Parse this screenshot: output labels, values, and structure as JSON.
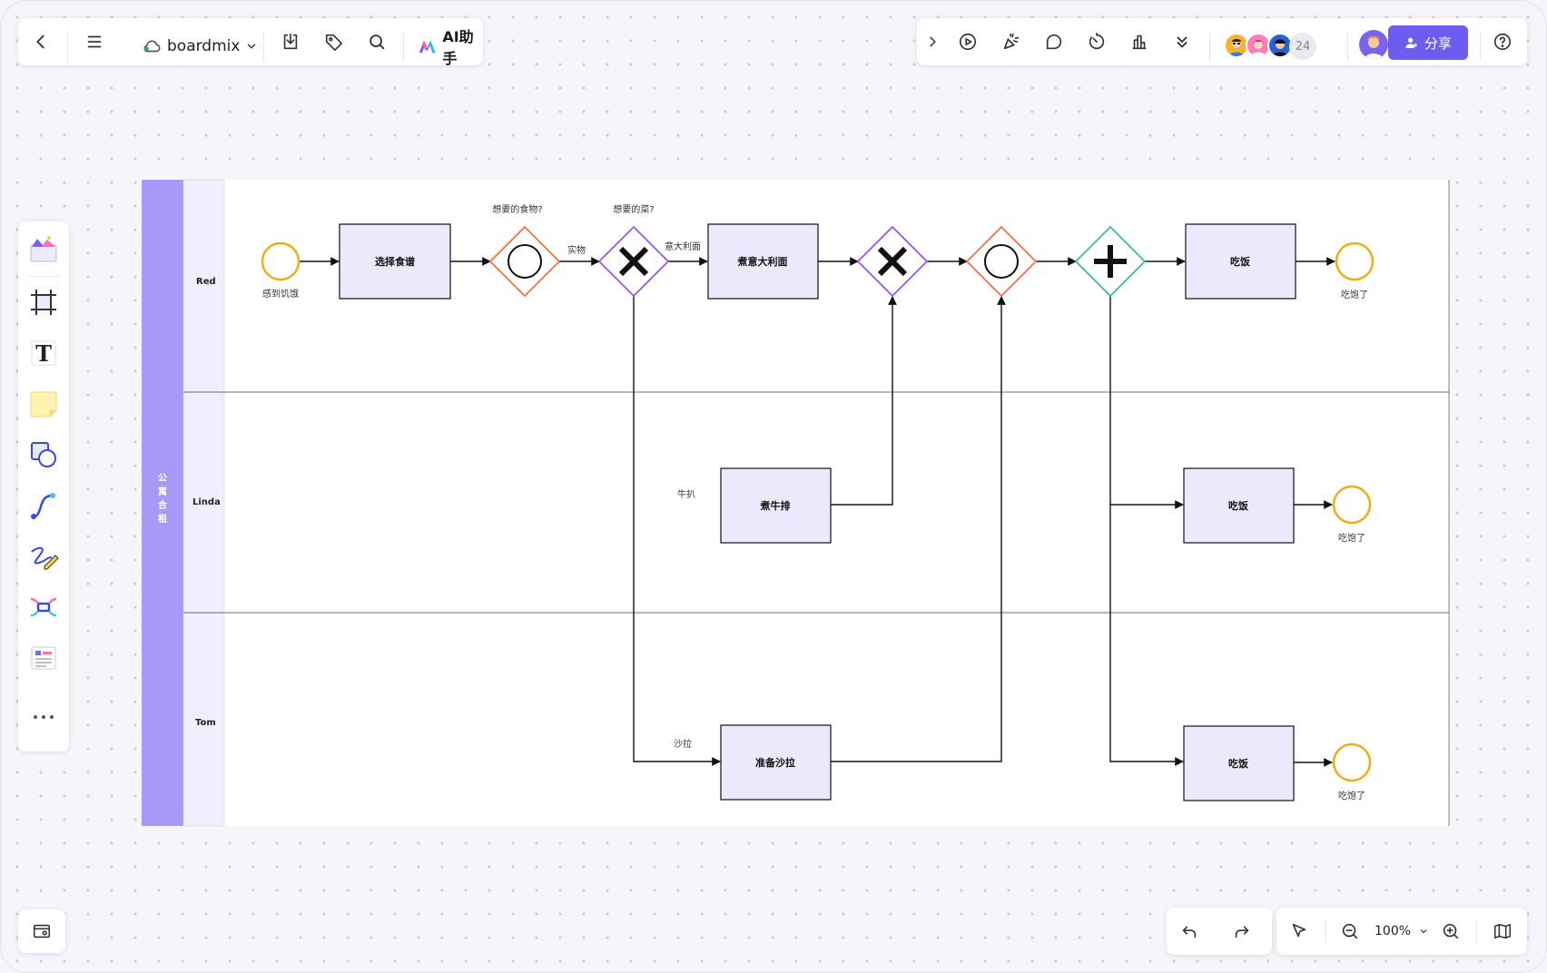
{
  "toolbar_left": {
    "brand": "boardmix",
    "ai_label": "AI助手",
    "icons": [
      "back-icon",
      "menu-icon",
      "cloud-icon",
      "chevron-down-icon",
      "download-icon",
      "tag-icon",
      "search-icon",
      "ai-logo-icon"
    ]
  },
  "toolbar_right": {
    "icons": [
      "expand-icon",
      "play-icon",
      "celebrate-icon",
      "comment-icon",
      "timer-icon",
      "vote-icon",
      "more-down-icon",
      "help-icon"
    ],
    "collaborator_count": "24",
    "share_label": "分享"
  },
  "left_tools": [
    "template-icon",
    "frame-icon",
    "text-icon",
    "sticky-note-icon",
    "shape-icon",
    "connector-icon",
    "pen-icon",
    "mindmap-icon",
    "table-icon",
    "more-icon"
  ],
  "bottom_right": {
    "zoom": "100%",
    "icons": [
      "undo-icon",
      "redo-icon",
      "select-icon",
      "zoom-out-icon",
      "zoom-in-icon",
      "map-icon"
    ]
  },
  "bottom_left": {
    "icons": [
      "minimap-icon"
    ]
  },
  "diagram": {
    "pool_title": "公寓合租",
    "lanes": [
      "Red",
      "Linda",
      "Tom"
    ],
    "tasks": {
      "select_recipe": "选择食谱",
      "cook_pasta": "煮意大利面",
      "cook_steak": "煮牛排",
      "prepare_salad": "准备沙拉",
      "eat_red": "吃饭",
      "eat_linda": "吃饭",
      "eat_tom": "吃饭"
    },
    "events": {
      "start": "感到饥饿",
      "end_red": "吃饱了",
      "end_linda": "吃饱了",
      "end_tom": "吃饱了"
    },
    "gateway_labels": {
      "food": "想要的食物?",
      "dish": "想要的菜?"
    },
    "flow_labels": {
      "real_food": "实物",
      "pasta": "意大利面",
      "steak": "牛扒",
      "salad": "沙拉"
    },
    "colors": {
      "pool": "#a79af7",
      "lane_header": "#f0eefc",
      "task_fill": "#ece9fd",
      "event": "#e9b01a",
      "gateway_orange": "#f0714a",
      "gateway_purple": "#9a57e6",
      "gateway_green": "#3fbf87",
      "accent": "#6c5cf0"
    }
  }
}
